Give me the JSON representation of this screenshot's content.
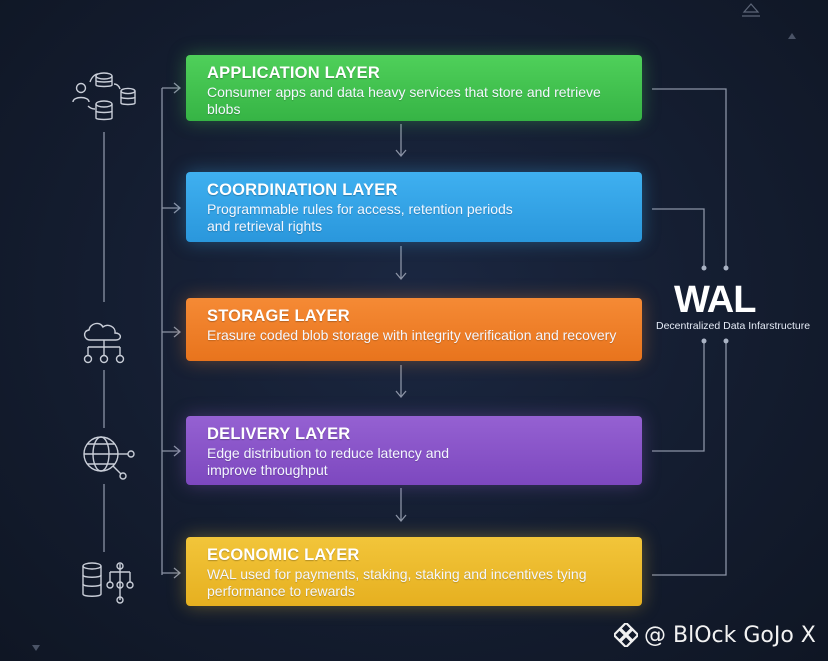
{
  "layers": [
    {
      "title": "APPLICATION LAYER",
      "description": "Consumer apps and data heavy services that store and retrieve blobs",
      "color": "#45c450"
    },
    {
      "title": "COORDINATION LAYER",
      "description": "Programmable rules for access, retention periods\nand retrieval rights",
      "color": "#35a4e8"
    },
    {
      "title": "STORAGE LAYER",
      "description": "Erasure coded blob storage with integrity verification and recovery",
      "color": "#ef7f2a"
    },
    {
      "title": "DELIVERY LAYER",
      "description": "Edge distribution to reduce latency and\nimprove throughput",
      "color": "#8955c9"
    },
    {
      "title": "ECONOMIC LAYER",
      "description": "WAL used for payments, staking, staking and incentives tying\nperformance to rewards",
      "color": "#ecba2c"
    }
  ],
  "brand": {
    "logo_text": "WAL",
    "subtitle": "Decentralized Data Infarstructure"
  },
  "watermark": {
    "text": "@ BlOck GoJo X",
    "icon": "binance-diamond-icon"
  },
  "side_icons": [
    "database-network-icon",
    "cloud-network-icon",
    "globe-network-icon",
    "database-stack-icon"
  ],
  "colors": {
    "background": "#141d30",
    "connector": "#8b93a5"
  }
}
